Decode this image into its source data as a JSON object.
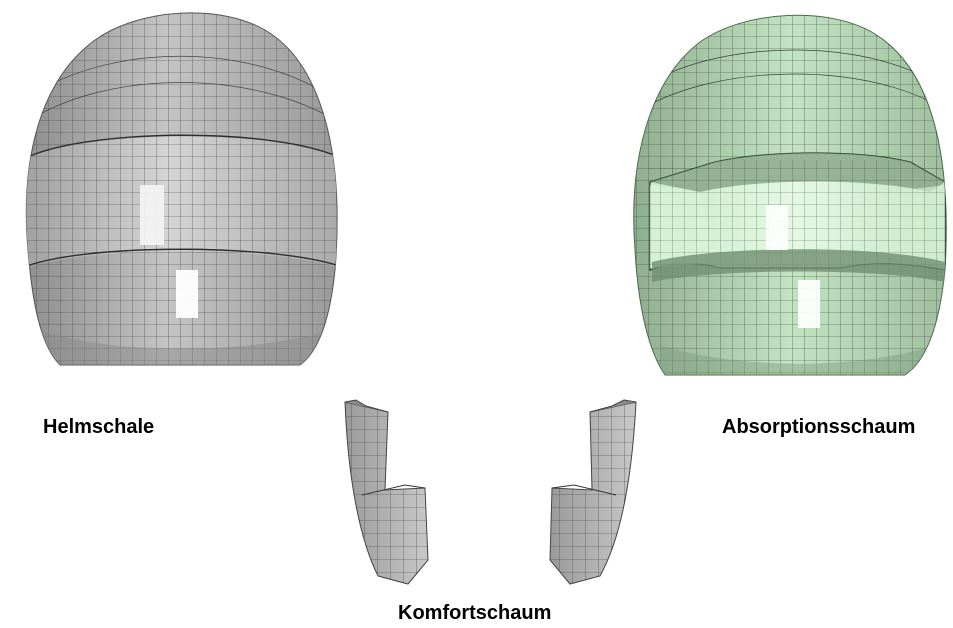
{
  "labels": {
    "shell": "Helmschale",
    "absorption": "Absorptionsschaum",
    "comfort": "Komfortschaum"
  },
  "colors": {
    "shell_fill": "#b4b4b4",
    "shell_light": "#d2d2d2",
    "shell_highlight": "#f2f2f2",
    "foam_fill": "#b8ddb8",
    "foam_light": "#d6f2d6",
    "foam_dark": "#86a886",
    "comfort_fill": "#b8b8b8",
    "mesh_line": "#3a3a3a",
    "background": "#ffffff"
  }
}
